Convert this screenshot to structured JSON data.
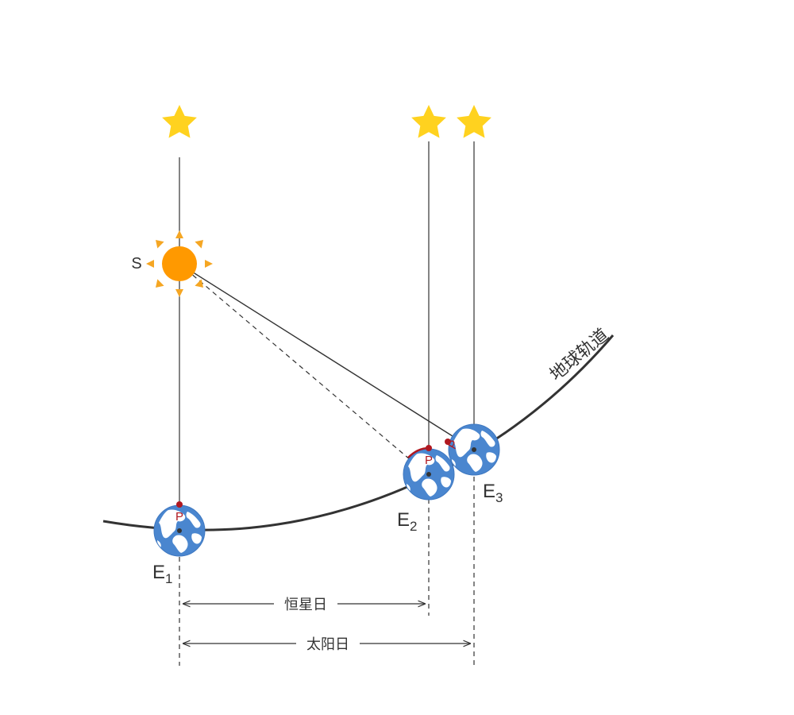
{
  "labels": {
    "sun": "S",
    "orbit": "地球轨道",
    "point": "P",
    "earth_1": {
      "main": "E",
      "sub": "1"
    },
    "earth_2": {
      "main": "E",
      "sub": "2"
    },
    "earth_3": {
      "main": "E",
      "sub": "3"
    },
    "sidereal_day": "恒星日",
    "solar_day": "太阳日"
  },
  "colors": {
    "star": "#FFD21F",
    "sun": "#FF9900",
    "sun_ray": "#F5A623",
    "earth_ocean": "#4A86CF",
    "earth_land": "#FFFFFF",
    "point": "#B01820",
    "line": "#333333"
  },
  "icons": {
    "star": "star-icon",
    "sun": "sun-icon",
    "earth": "earth-globe-icon"
  }
}
